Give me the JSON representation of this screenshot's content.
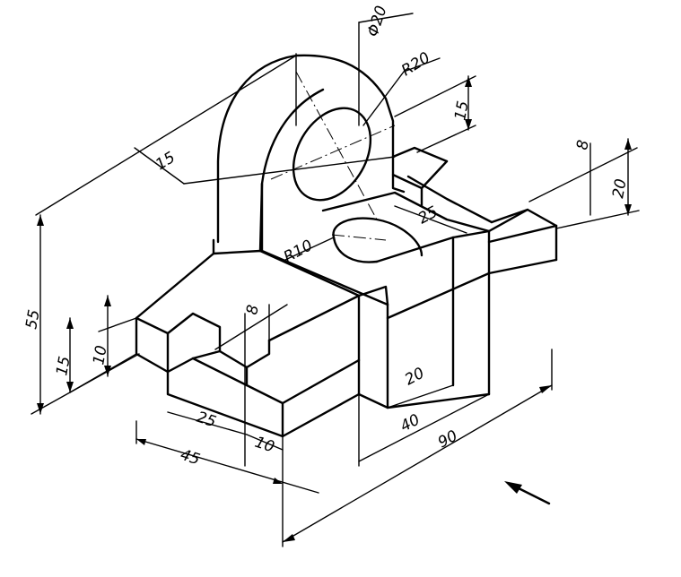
{
  "dimensions": {
    "d_phi20": "Φ20",
    "d_r20": "R20",
    "d_15_top": "15",
    "d_15_left": "15",
    "d_8_right": "8",
    "d_20_right": "20",
    "d_25_slot": "25",
    "d_r10": "R10",
    "d_55": "55",
    "d_15_base": "15",
    "d_10_step": "10",
    "d_8_notch": "8",
    "d_25_front": "25",
    "d_10_front": "10",
    "d_45": "45",
    "d_20_bottom": "20",
    "d_40": "40",
    "d_90": "90"
  },
  "view_arrow": "view-direction-arrow"
}
